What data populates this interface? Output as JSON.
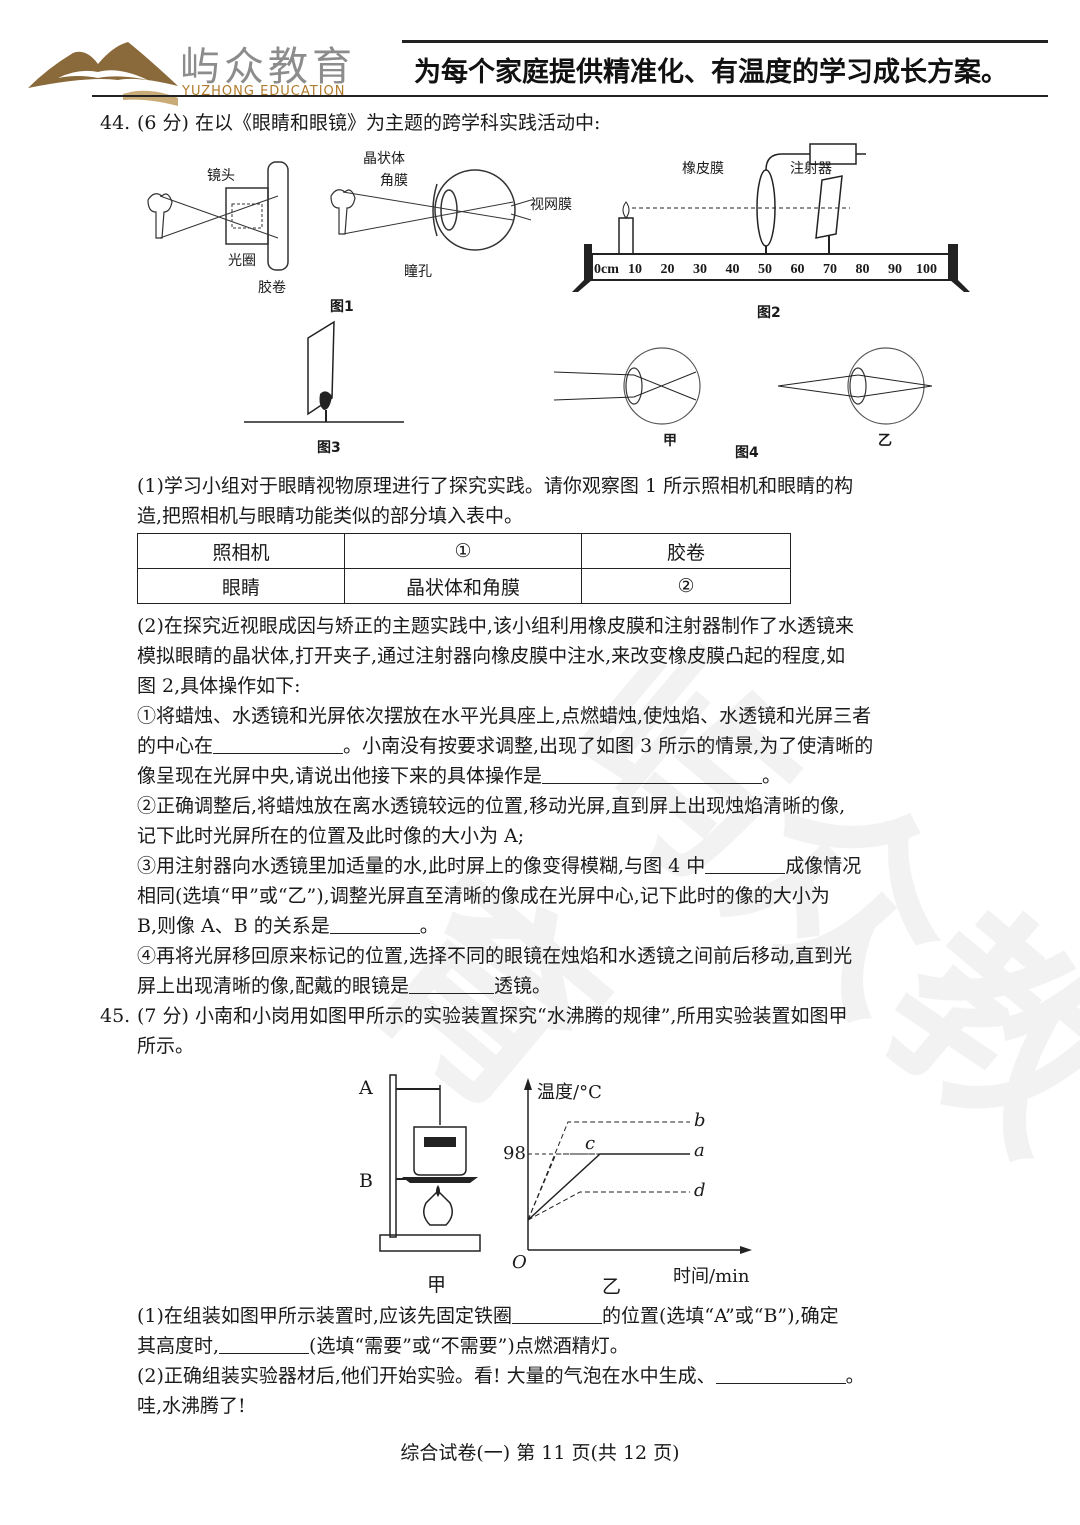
{
  "header": {
    "logo_cn": "屿众教育",
    "logo_en": "YUZHONG EDUCATION",
    "slogan": "为每个家庭提供精准化、有温度的学习成长方案。"
  },
  "q44": {
    "number": "44.",
    "title": "(6 分) 在以《眼睛和眼镜》为主题的跨学科实践活动中:",
    "fig1": {
      "label": "图1",
      "lens": "镜头",
      "aperture": "光圈",
      "film": "胶卷",
      "crystalline": "晶状体",
      "cornea": "角膜",
      "retina": "视网膜",
      "pupil": "瞳孔"
    },
    "fig2": {
      "label": "图2",
      "membrane": "橡皮膜",
      "syringe": "注射器",
      "ruler_unit": "0cm",
      "ruler_ticks": [
        "10",
        "20",
        "30",
        "40",
        "50",
        "60",
        "70",
        "80",
        "90",
        "100"
      ]
    },
    "fig3": {
      "label": "图3"
    },
    "fig4": {
      "label": "图4",
      "jia": "甲",
      "yi": "乙"
    },
    "p1": [
      "(1)学习小组对于眼睛视物原理进行了探究实践。请你观察图 1 所示照相机和眼睛的构",
      "造,把照相机与眼睛功能类似的部分填入表中。"
    ],
    "table": {
      "rows": [
        [
          "照相机",
          "①",
          "胶卷"
        ],
        [
          "眼睛",
          "晶状体和角膜",
          "②"
        ]
      ]
    },
    "p2": [
      "(2)在探究近视眼成因与矫正的主题实践中,该小组利用橡皮膜和注射器制作了水透镜来",
      "模拟眼睛的晶状体,打开夹子,通过注射器向橡皮膜中注水,来改变橡皮膜凸起的程度,如",
      "图 2,具体操作如下:"
    ],
    "step1": [
      "①将蜡烛、水透镜和光屏依次摆放在水平光具座上,点燃蜡烛,使烛焰、水透镜和光屏三者",
      "的中心在",
      "。小南没有按要求调整,出现了如图 3 所示的情景,为了使清晰的",
      "像呈现在光屏中央,请说出他接下来的具体操作是",
      "。"
    ],
    "step2": [
      "②正确调整后,将蜡烛放在离水透镜较远的位置,移动光屏,直到屏上出现烛焰清晰的像,",
      "记下此时光屏所在的位置及此时像的大小为 A;"
    ],
    "step3": [
      "③用注射器向水透镜里加适量的水,此时屏上的像变得模糊,与图 4 中",
      "成像情况",
      "相同(选填“甲”或“乙”),调整光屏直至清晰的像成在光屏中心,记下此时的像的大小为",
      "B,则像 A、B 的关系是",
      "。"
    ],
    "step4": [
      "④再将光屏移回原来标记的位置,选择不同的眼镜在烛焰和水透镜之间前后移动,直到光",
      "屏上出现清晰的像,配戴的眼镜是",
      "透镜。"
    ]
  },
  "q45": {
    "number": "45.",
    "title": [
      "(7 分) 小南和小岗用如图甲所示的实验装置探究“水沸腾的规律”,所用实验装置如图甲",
      "所示。"
    ],
    "figA": "A",
    "figB": "B",
    "jia": "甲",
    "yi": "乙",
    "p1": [
      "(1)在组装如图甲所示装置时,应该先固定铁圈",
      "的位置(选填“A”或“B”),确定",
      "其高度时,",
      "(选填“需要”或“不需要”)点燃酒精灯。"
    ],
    "p2": [
      "(2)正确组装实验器材后,他们开始实验。看! 大量的气泡在水中生成、",
      "。",
      "哇,水沸腾了!"
    ]
  },
  "chart_data": {
    "type": "line",
    "ylabel": "温度/°C",
    "xlabel": "时间/min",
    "origin_label": "O",
    "y_tick_labels": [
      "98"
    ],
    "series": [
      {
        "name": "a",
        "shape": "rise then plateau",
        "plateau": 98,
        "style": "solid"
      },
      {
        "name": "b",
        "shape": "rise then plateau",
        "plateau_relative": "above 98",
        "style": "dashed"
      },
      {
        "name": "c",
        "shape": "rise then plateau",
        "plateau": 98,
        "style": "dashed"
      },
      {
        "name": "d",
        "shape": "rise then plateau",
        "plateau_relative": "below 98",
        "style": "dashed"
      }
    ]
  },
  "footer": "综合试卷(一)   第 11 页(共 12 页)"
}
